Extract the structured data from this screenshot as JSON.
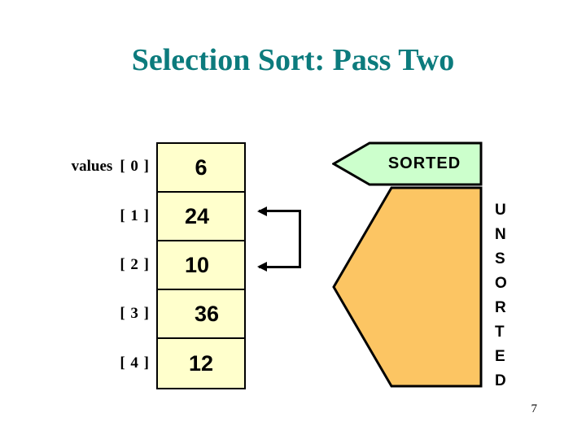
{
  "slide": {
    "title": "Selection Sort: Pass Two",
    "page_number": "7",
    "title_color": "#0c7b7d",
    "background_color": "#ffffff"
  },
  "array": {
    "variable_name": "values",
    "cell_fill_color": "#ffffcc",
    "cell_border_color": "#000000",
    "indices": [
      {
        "label": "[ 0 ]",
        "value": "6"
      },
      {
        "label": "[ 1 ]",
        "value": "24"
      },
      {
        "label": "[ 2 ]",
        "value": "10"
      },
      {
        "label": "[ 3 ]",
        "value": "36"
      },
      {
        "label": "[ 4 ]",
        "value": "12"
      }
    ]
  },
  "swap_indicator": {
    "name": "swap-bracket-arrows",
    "from_index": "[ 1 ]",
    "to_index": "[ 2 ]",
    "color": "#000000"
  },
  "regions": {
    "sorted": {
      "label": "SORTED",
      "fill_color": "#ccffcc",
      "border_color": "#000000"
    },
    "unsorted": {
      "label": "UNSORTED",
      "letters": [
        "U",
        "N",
        "S",
        "O",
        "R",
        "T",
        "E",
        "D"
      ],
      "fill_color": "#fcc563",
      "border_color": "#000000"
    }
  }
}
